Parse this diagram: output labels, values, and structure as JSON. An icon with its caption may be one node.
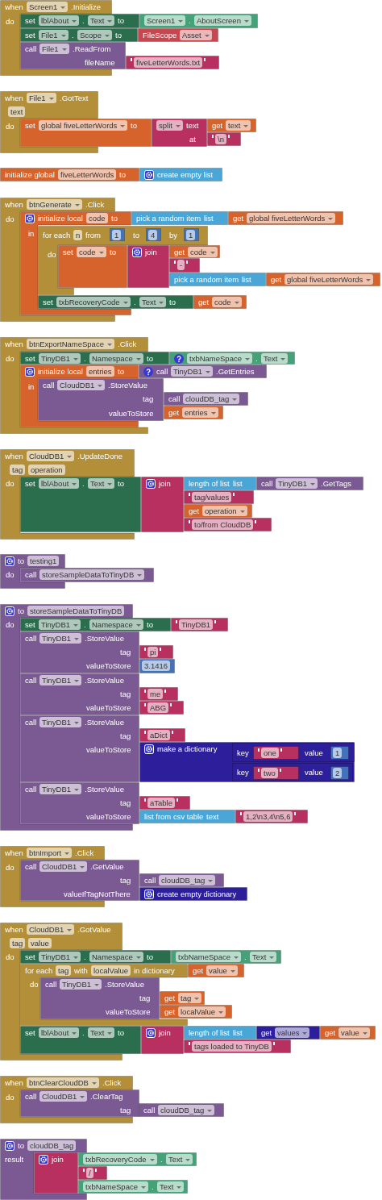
{
  "diagram": {
    "nodes": [
      {
        "text": [
          "when",
          "Screen1",
          ".Initialize",
          "do"
        ]
      },
      {
        "text": [
          "set",
          "lblAbout",
          ".",
          "Text",
          "to"
        ]
      },
      {
        "text": [
          "Screen1",
          ".",
          "AboutScreen"
        ]
      },
      {
        "text": [
          "set",
          "File1",
          ".",
          "Scope",
          "to"
        ]
      },
      {
        "text": [
          "FileScope",
          "Asset"
        ]
      },
      {
        "text": [
          "call",
          "File1",
          ".ReadFrom",
          "fileName"
        ]
      },
      {
        "text": [
          "fiveLetterWords.txt"
        ]
      },
      {
        "text": [
          "when",
          "File1",
          ".GotText",
          "text",
          "do"
        ]
      },
      {
        "text": [
          "set",
          "global fiveLetterWords",
          "to"
        ]
      },
      {
        "text": [
          "split",
          "text",
          "at"
        ]
      },
      {
        "text": [
          "get",
          "text"
        ]
      },
      {
        "text": [
          "\\n"
        ]
      },
      {
        "text": [
          "initialize global",
          "fiveLetterWords",
          "to"
        ]
      },
      {
        "text": [
          "create empty list"
        ]
      },
      {
        "text": [
          "when",
          "btnGenerate",
          ".Click",
          "do"
        ]
      },
      {
        "text": [
          "initialize local",
          "code",
          "to",
          "in"
        ]
      },
      {
        "text": [
          "pick a random item",
          "list"
        ]
      },
      {
        "text": [
          "get",
          "global fiveLetterWords"
        ]
      },
      {
        "text": [
          "for each",
          "n",
          "from",
          "to",
          "by",
          "do"
        ]
      },
      {
        "text": [
          "1"
        ],
        "in": 18
      },
      {
        "text": [
          "4"
        ],
        "in": 18
      },
      {
        "text": [
          "1"
        ],
        "in": 18
      },
      {
        "text": [
          "set",
          "code",
          "to"
        ],
        "in": 18
      },
      {
        "text": [
          "join"
        ],
        "in": 18
      },
      {
        "text": [
          "get",
          "code"
        ]
      },
      {
        "text": [
          "-"
        ],
        "in": 18
      },
      {
        "text": [
          "pick a random item",
          "list"
        ]
      },
      {
        "text": [
          "get",
          "global fiveLetterWords"
        ]
      },
      {
        "text": [
          "set",
          "txbRecoveryCode",
          ".",
          "Text",
          "to"
        ]
      },
      {
        "text": [
          "get",
          "code"
        ]
      },
      {
        "text": [
          "when",
          "btnExportNameSpace",
          ".Click",
          "do"
        ]
      },
      {
        "text": [
          "set",
          "TinyDB1",
          ".",
          "Namespace",
          "to"
        ]
      },
      {
        "text": [
          "txbNameSpace",
          ".",
          "Text"
        ]
      },
      {
        "text": [
          "initialize local",
          "entries",
          "to",
          "in"
        ],
        "in": 30
      },
      {
        "text": [
          "call",
          "TinyDB1",
          ".GetEntries"
        ]
      },
      {
        "text": [
          "call",
          "CloudDB1",
          ".StoreValue",
          "tag",
          "valueToStore"
        ]
      },
      {
        "text": [
          "call",
          "cloudDB_tag"
        ]
      },
      {
        "text": [
          "get",
          "entries"
        ]
      },
      {
        "text": [
          "when",
          "CloudDB1",
          ".UpdateDone",
          "tag",
          "operation",
          "do"
        ]
      },
      {
        "text": [
          "set",
          "lblAbout",
          ".",
          "Text",
          "to"
        ]
      },
      {
        "text": [
          "join"
        ]
      },
      {
        "text": [
          "length of list",
          "list"
        ]
      },
      {
        "text": [
          "call",
          "TinyDB1",
          ".GetTags"
        ]
      },
      {
        "text": [
          "tag/values"
        ]
      },
      {
        "text": [
          "get",
          "operation"
        ]
      },
      {
        "text": [
          "to/from CloudDB"
        ]
      },
      {
        "text": [
          "to",
          "testing1",
          "do"
        ]
      },
      {
        "text": [
          "call",
          "storeSampleDataToTinyDB"
        ]
      },
      {
        "text": [
          "to",
          "storeSampleDataToTinyDB",
          "do"
        ]
      },
      {
        "text": [
          "set",
          "TinyDB1",
          ".",
          "Namespace",
          "to"
        ]
      },
      {
        "text": [
          "TinyDB1"
        ]
      },
      {
        "text": [
          "call",
          "TinyDB1",
          ".StoreValue",
          "tag",
          "valueToStore"
        ]
      },
      {
        "text": [
          "pi"
        ]
      },
      {
        "text": [
          "3.1416"
        ]
      },
      {
        "text": [
          "call",
          "TinyDB1",
          ".StoreValue",
          "tag",
          "valueToStore"
        ]
      },
      {
        "text": [
          "me"
        ]
      },
      {
        "text": [
          "ABG"
        ]
      },
      {
        "text": [
          "call",
          "TinyDB1",
          ".StoreValue",
          "tag",
          "valueToStore"
        ]
      },
      {
        "text": [
          "aDict"
        ]
      },
      {
        "text": [
          "make a dictionary"
        ]
      },
      {
        "text": [
          "key",
          "value"
        ],
        "in": 59
      },
      {
        "text": [
          "one"
        ],
        "in": 60
      },
      {
        "text": [
          "1"
        ],
        "in": 60
      },
      {
        "text": [
          "key",
          "value"
        ],
        "in": 59
      },
      {
        "text": [
          "two"
        ],
        "in": 63
      },
      {
        "text": [
          "2"
        ],
        "in": 63
      },
      {
        "text": [
          "call",
          "TinyDB1",
          ".StoreValue",
          "tag",
          "valueToStore"
        ]
      },
      {
        "text": [
          "aTable"
        ]
      },
      {
        "text": [
          "list from csv table",
          "text"
        ]
      },
      {
        "text": [
          "1,2\\n3,4\\n5,6"
        ]
      },
      {
        "text": [
          "when",
          "btnImport",
          ".Click",
          "do"
        ]
      },
      {
        "text": [
          "call",
          "CloudDB1",
          ".GetValue",
          "tag",
          "valueIfTagNotThere"
        ]
      },
      {
        "text": [
          "call",
          "cloudDB_tag"
        ]
      },
      {
        "text": [
          "create empty dictionary"
        ]
      },
      {
        "text": [
          "when",
          "CloudDB1",
          ".GotValue",
          "tag",
          "value",
          "do"
        ]
      },
      {
        "text": [
          "set",
          "TinyDB1",
          ".",
          "Namespace",
          "to"
        ]
      },
      {
        "text": [
          "txbNameSpace",
          ".",
          "Text"
        ]
      },
      {
        "text": [
          "for each",
          "tag",
          "with",
          "localValue",
          "in dictionary",
          "do"
        ]
      },
      {
        "text": [
          "get",
          "value"
        ]
      },
      {
        "text": [
          "call",
          "TinyDB1",
          ".StoreValue",
          "tag",
          "valueToStore"
        ],
        "in": 77
      },
      {
        "text": [
          "get",
          "tag"
        ]
      },
      {
        "text": [
          "get",
          "localValue"
        ]
      },
      {
        "text": [
          "set",
          "lblAbout",
          ".",
          "Text",
          "to"
        ]
      },
      {
        "text": [
          "join"
        ]
      },
      {
        "text": [
          "length of list",
          "list"
        ]
      },
      {
        "text": [
          "get",
          "values"
        ]
      },
      {
        "text": [
          "get",
          "value"
        ]
      },
      {
        "text": [
          "tags loaded to TinyDB"
        ]
      },
      {
        "text": [
          "when",
          "btnClearCloudDB",
          ".Click",
          "do"
        ]
      },
      {
        "text": [
          "call",
          "CloudDB1",
          ".ClearTag",
          "tag"
        ]
      },
      {
        "text": [
          "call",
          "cloudDB_tag"
        ]
      },
      {
        "text": [
          "to",
          "cloudDB_tag",
          "result"
        ]
      },
      {
        "text": [
          "join"
        ],
        "in": 91
      },
      {
        "text": [
          "txbRecoveryCode",
          ".",
          "Text"
        ]
      },
      {
        "text": [
          "/"
        ]
      },
      {
        "text": [
          "txbNameSpace",
          ".",
          "Text"
        ]
      }
    ]
  }
}
